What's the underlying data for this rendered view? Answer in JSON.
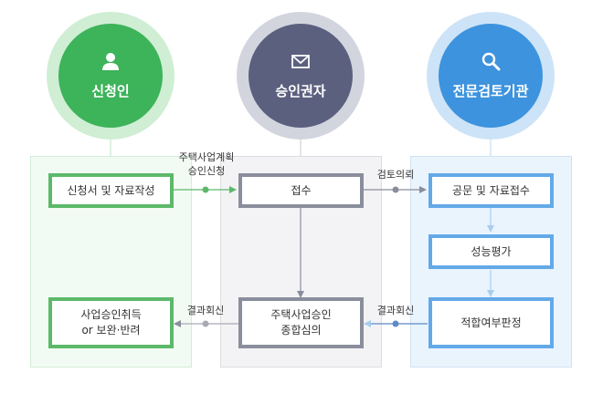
{
  "actors": {
    "applicant": {
      "label": "신청인",
      "icon": "person-icon",
      "color": "#3db35a",
      "halo": "#cfeed3"
    },
    "approver": {
      "label": "승인권자",
      "icon": "envelope-icon",
      "color": "#5b607f",
      "halo": "#d3d5de"
    },
    "reviewer": {
      "label": "전문검토기관",
      "icon": "magnifier-icon",
      "color": "#3d93dd",
      "halo": "#cde3f7"
    }
  },
  "boxes": {
    "application": "신청서 및 자료작성",
    "cancellation_line1": "사업승인취득",
    "cancellation_line2": "or 보완·반려",
    "receipt": "접수",
    "deliberation_line1": "주택사업승인",
    "deliberation_line2": "종합심의",
    "document_receipt": "공문 및 자료접수",
    "performance_eval": "성능평가",
    "suitability": "적합여부판정"
  },
  "edges": {
    "apply_line1": "주택사업계획",
    "apply_line2": "승인신청",
    "review_request": "검토의뢰",
    "result_reply_right": "결과회신",
    "result_reply_left": "결과회신"
  },
  "colors": {
    "green_border": "#5cb96a",
    "gray_border": "#8a8e9c",
    "blue_border": "#63a9e8",
    "green_panel": "#f2fbf3",
    "gray_panel": "#f3f3f5",
    "blue_panel": "#eaf4fd",
    "connector_gray": "#a7a9b3"
  }
}
